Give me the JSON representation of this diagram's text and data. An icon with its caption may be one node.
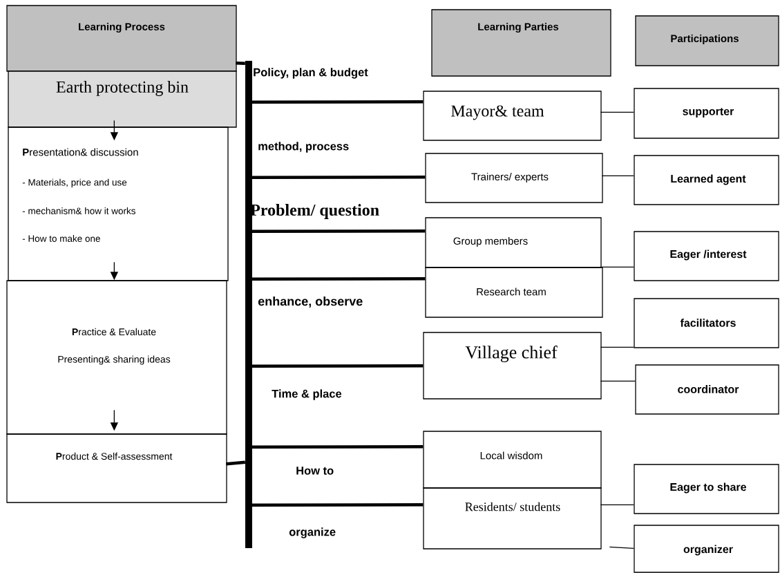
{
  "diagram": {
    "nodes": [
      {
        "text": [
          "Learning  Process"
        ]
      },
      {
        "text": [
          "Earth protecting bin"
        ]
      },
      {
        "text": [
          "**P**resentation& discussion",
          "- Materials, price and use",
          "- mechanism&  how it works",
          "- How to make one"
        ]
      },
      {
        "text": [
          "**P**ractice & Evaluate",
          "Presenting& sharing ideas"
        ]
      },
      {
        "text": [
          "**P**roduct & Self-assessment"
        ]
      },
      {
        "text": [],
        "shape": "bar"
      },
      {
        "text": [
          "Learning Parties"
        ]
      },
      {
        "text": [
          "Participations"
        ]
      },
      {
        "text": [
          "Mayor& team"
        ]
      },
      {
        "text": [
          "supporter"
        ]
      },
      {
        "text": [
          "Trainers/ experts"
        ]
      },
      {
        "text": [
          "Learned  agent"
        ]
      },
      {
        "text": [
          "Group members"
        ]
      },
      {
        "text": [
          "Research team"
        ]
      },
      {
        "text": [
          "Eager /interest"
        ]
      },
      {
        "text": [
          "facilitators"
        ]
      },
      {
        "text": [
          "Village chief"
        ]
      },
      {
        "text": [
          "coordinator"
        ]
      },
      {
        "text": [
          "Local wisdom"
        ]
      },
      {
        "text": [
          "Residents/ students"
        ]
      },
      {
        "text": [
          "Eager to share"
        ]
      },
      {
        "text": [
          "organizer"
        ]
      }
    ],
    "edges": [
      {
        "from": 0,
        "to": 5,
        "arrow": "none",
        "style": "thick"
      },
      {
        "from": 1,
        "to": 2,
        "arrow": "to"
      },
      {
        "from": 2,
        "to": 3,
        "arrow": "to"
      },
      {
        "from": 3,
        "to": 4,
        "arrow": "to"
      },
      {
        "from": 4,
        "to": 5,
        "arrow": "none",
        "style": "thick"
      },
      {
        "from": 5,
        "to": 8,
        "arrow": "none",
        "style": "thick"
      },
      {
        "from": 5,
        "to": 10,
        "arrow": "none",
        "style": "thick"
      },
      {
        "from": 5,
        "to": 12,
        "arrow": "none",
        "style": "thick"
      },
      {
        "from": 5,
        "to": 13,
        "arrow": "none",
        "style": "thick"
      },
      {
        "from": 5,
        "to": 16,
        "arrow": "none",
        "style": "thick"
      },
      {
        "from": 5,
        "to": 18,
        "arrow": "none",
        "style": "thick"
      },
      {
        "from": 5,
        "to": 19,
        "arrow": "none",
        "style": "thick"
      },
      {
        "from": 8,
        "to": 9,
        "arrow": "none"
      },
      {
        "from": 10,
        "to": 11,
        "arrow": "none"
      },
      {
        "from": 12,
        "to": 14,
        "arrow": "none"
      },
      {
        "from": 16,
        "to": 15,
        "arrow": "none"
      },
      {
        "from": 16,
        "to": 17,
        "arrow": "none"
      },
      {
        "from": 19,
        "to": 20,
        "arrow": "none"
      },
      {
        "from": 19,
        "to": 21,
        "arrow": "none"
      }
    ],
    "labels": [
      "Policy, plan & budget",
      "method, process",
      "Problem/ question",
      "enhance, observe",
      "Time & place",
      "How to",
      "organize"
    ]
  }
}
